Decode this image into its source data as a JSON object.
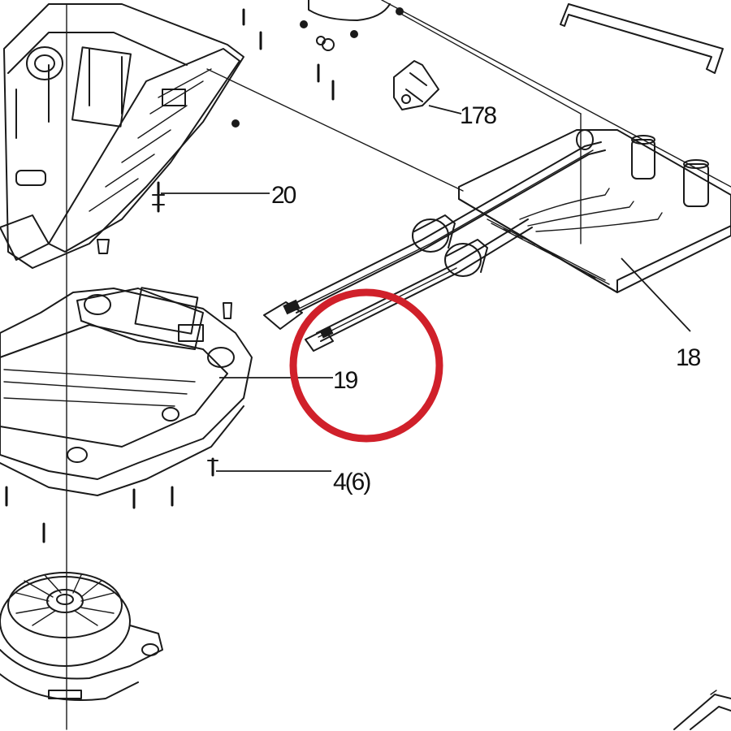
{
  "callouts": {
    "part_178": "178",
    "part_20": "20",
    "part_19": "19",
    "part_18": "18",
    "part_4": "4(6)"
  },
  "highlight": {
    "color": "#d0202a"
  }
}
